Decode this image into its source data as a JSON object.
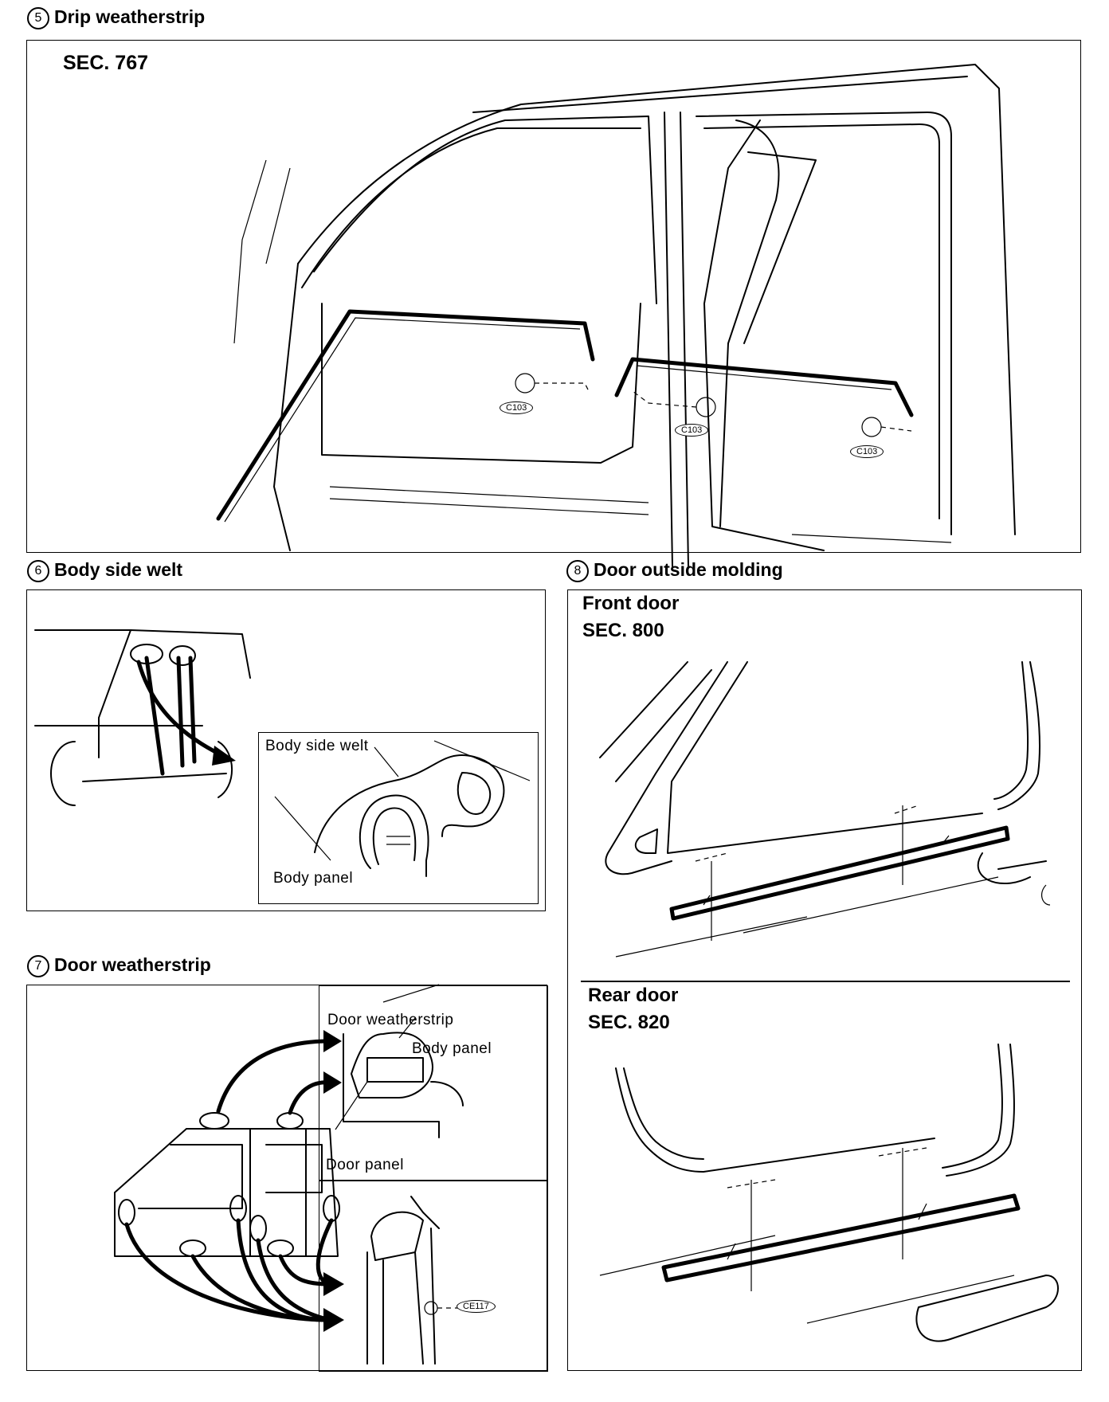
{
  "sections": {
    "drip": {
      "number": "5",
      "title": "Drip weatherstrip",
      "sec": "SEC. 767",
      "clip": "C103"
    },
    "welt": {
      "number": "6",
      "title": "Body side welt",
      "label_welt": "Body side welt",
      "label_panel": "Body panel"
    },
    "door_ws": {
      "number": "7",
      "title": "Door weatherstrip",
      "label_ws": "Door weatherstrip",
      "label_body": "Body panel",
      "label_door": "Door panel",
      "clip": "CE117"
    },
    "molding": {
      "number": "8",
      "title": "Door outside molding",
      "front": {
        "label": "Front door",
        "sec": "SEC. 800"
      },
      "rear": {
        "label": "Rear door",
        "sec": "SEC. 820"
      }
    }
  }
}
